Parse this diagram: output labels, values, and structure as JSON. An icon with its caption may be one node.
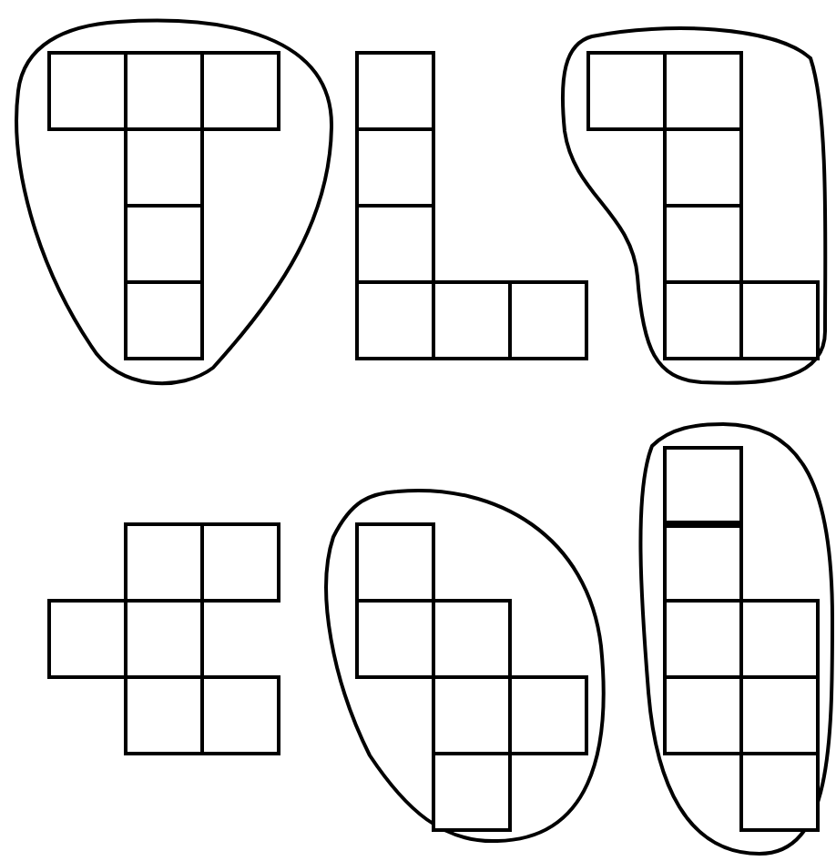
{
  "diagram": {
    "nodes": [
      {
        "text": [],
        "shape": "blob"
      },
      {
        "text": [],
        "shape": "polyomino",
        "in": 0
      },
      {
        "text": [],
        "shape": "polyomino"
      },
      {
        "text": [],
        "shape": "blob"
      },
      {
        "text": [],
        "shape": "polyomino",
        "in": 3
      },
      {
        "text": [],
        "shape": "polyomino"
      },
      {
        "text": [],
        "shape": "blob"
      },
      {
        "text": [],
        "shape": "polyomino",
        "in": 6
      },
      {
        "text": [],
        "shape": "blob"
      },
      {
        "text": [],
        "shape": "polyomino",
        "in": 8
      }
    ]
  }
}
